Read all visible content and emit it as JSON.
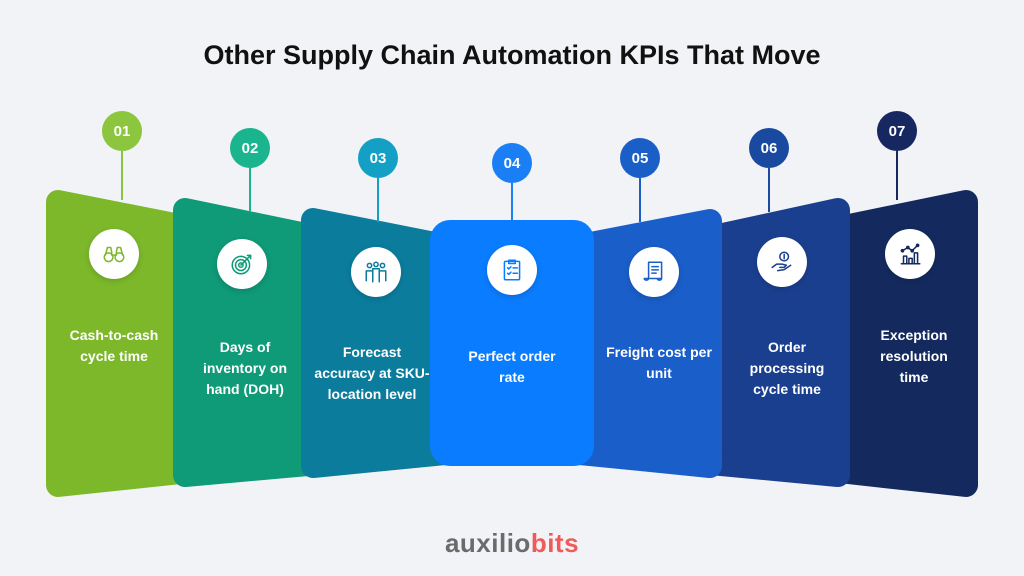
{
  "title": "Other Supply Chain Automation KPIs That Move",
  "kpis": [
    {
      "number": "01",
      "label": "Cash-to-cash cycle time",
      "icon": "binoculars-icon",
      "color": "#7cb82a",
      "dot": "#8cc63f"
    },
    {
      "number": "02",
      "label": "Days of inventory on hand (DOH)",
      "icon": "target-icon",
      "color": "#0f9a78",
      "dot": "#1ab58e"
    },
    {
      "number": "03",
      "label": "Forecast accuracy at SKU-location level",
      "icon": "team-icon",
      "color": "#0b7c9c",
      "dot": "#14a0c4"
    },
    {
      "number": "04",
      "label": "Perfect order rate",
      "icon": "checklist-icon",
      "color": "#0a7cff",
      "dot": "#1a7ff5"
    },
    {
      "number": "05",
      "label": "Freight cost per unit",
      "icon": "receipt-scroll-icon",
      "color": "#1a5ec9",
      "dot": "#1a5fc8"
    },
    {
      "number": "06",
      "label": "Order processing cycle time",
      "icon": "hand-coin-icon",
      "color": "#1a3f8f",
      "dot": "#1a4a9f"
    },
    {
      "number": "07",
      "label": "Exception resolution time",
      "icon": "bar-chart-icon",
      "color": "#142a5e",
      "dot": "#16285f"
    }
  ],
  "logo": {
    "part1": "auxilio",
    "part2": "bits",
    "color1": "#6b6b6b",
    "color2": "#ef5b5b"
  }
}
